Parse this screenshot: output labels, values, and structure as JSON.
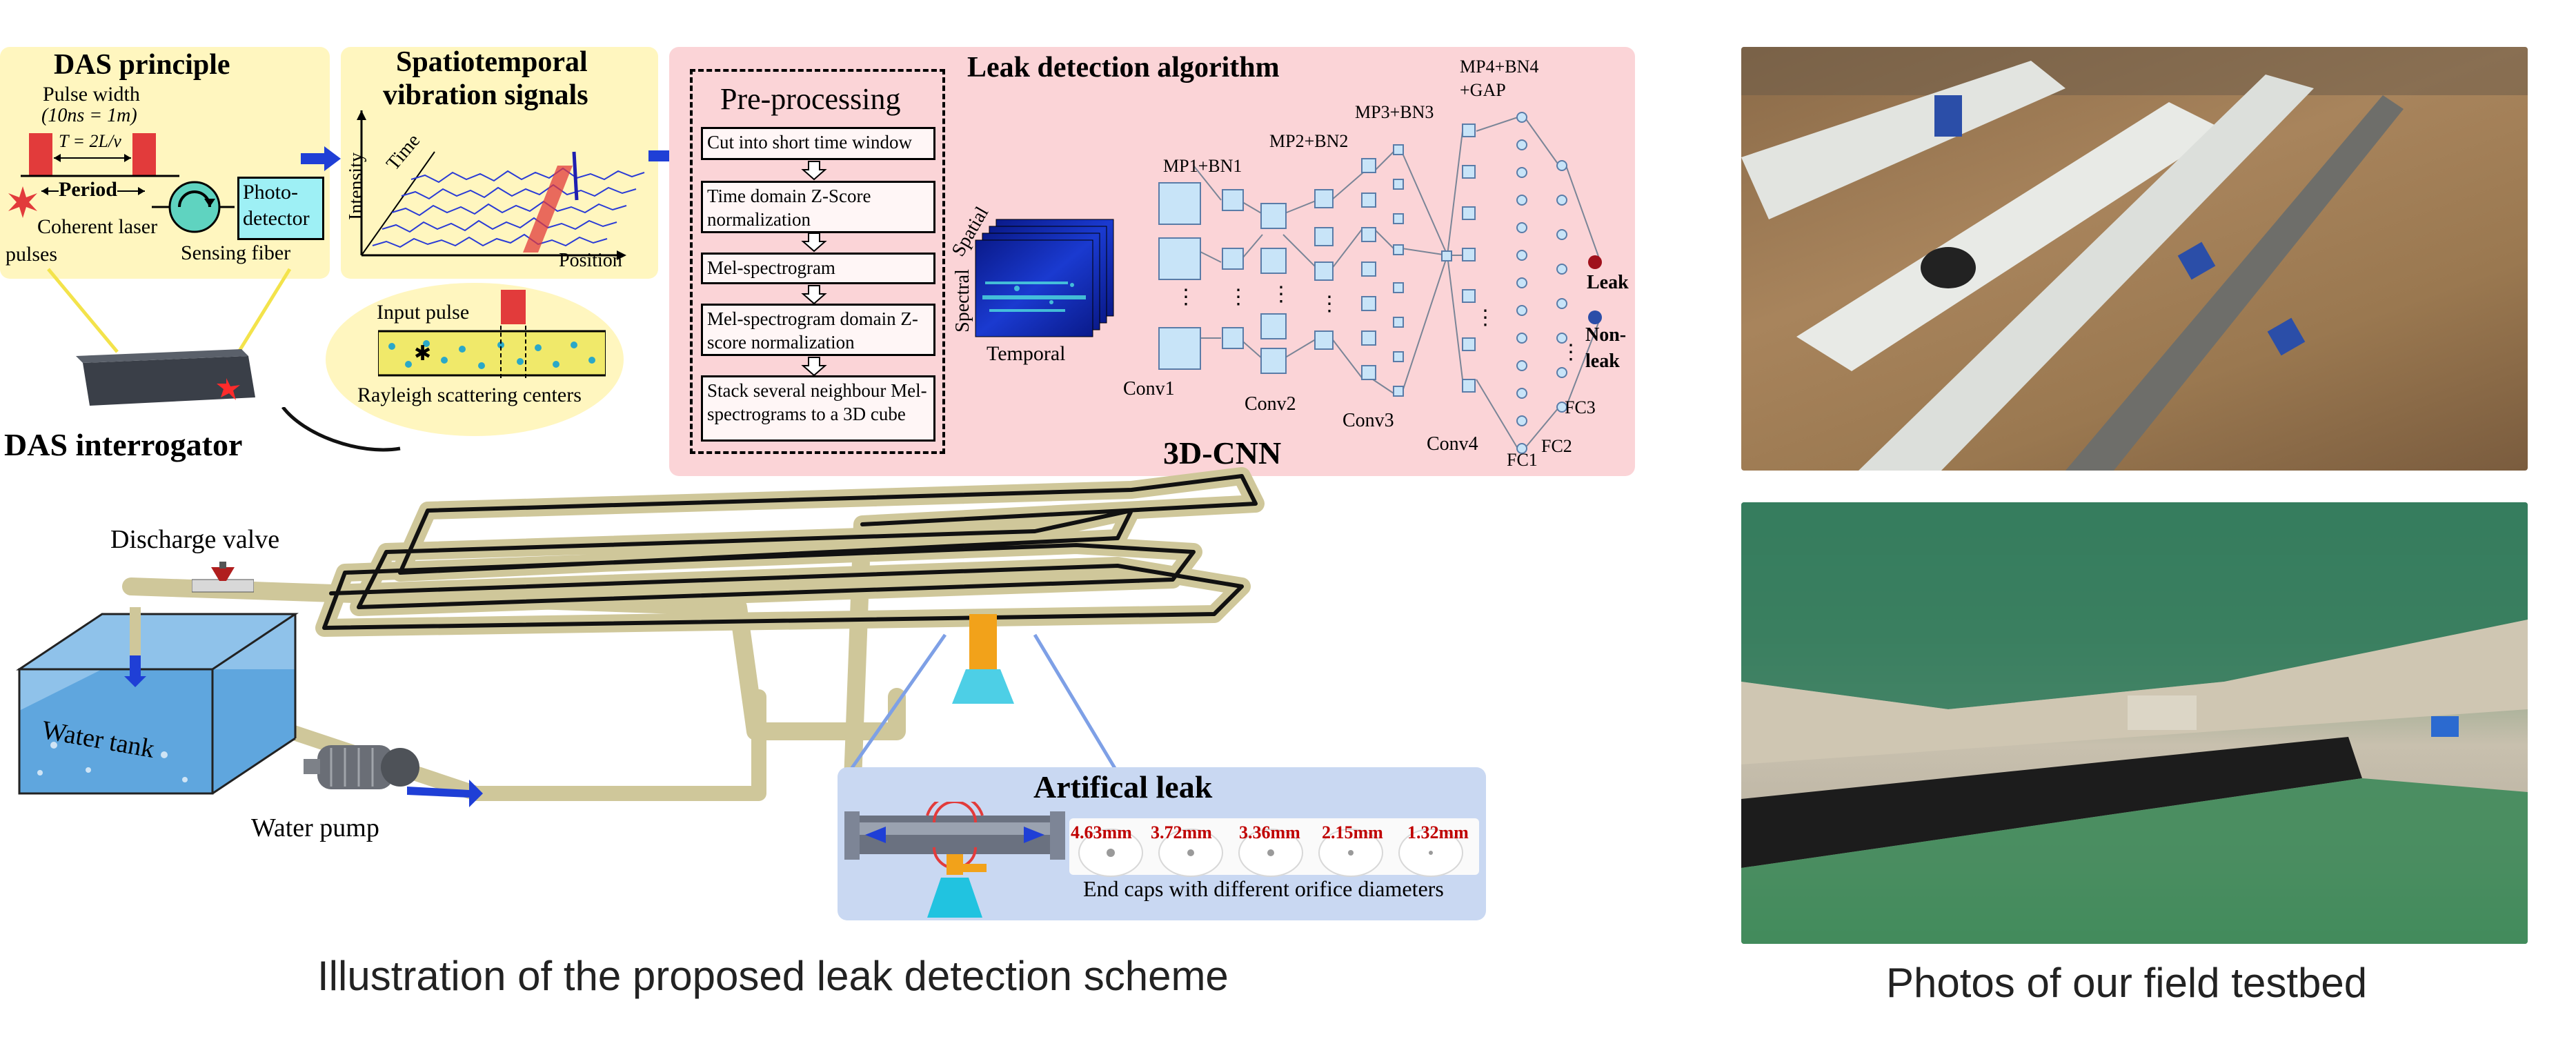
{
  "das_principle": {
    "title": "DAS principle",
    "pulse_width": "Pulse width",
    "pulse_width_eq": "(10ns = 1m)",
    "period_eq": "T = 2L/v",
    "period": "Period",
    "coherent_laser": "Coherent laser",
    "pulses": "pulses",
    "photo_detector_1": "Photo-",
    "photo_detector_2": "detector",
    "sensing_fiber": "Sensing fiber"
  },
  "spatiotemporal": {
    "title_1": "Spatiotemporal",
    "title_2": "vibration signals",
    "intensity": "Intensity",
    "time": "Time",
    "position": "Position"
  },
  "rayleigh": {
    "input_pulse": "Input pulse",
    "scattering": "Rayleigh scattering centers"
  },
  "interrogator": {
    "label": "DAS interrogator"
  },
  "algorithm": {
    "title": "Leak detection algorithm",
    "preprocessing_title": "Pre-processing",
    "steps": [
      "Cut into short time window",
      "Time domain Z-Score normalization",
      "Mel-spectrogram",
      "Mel-spectrogram domain Z-score normalization",
      "Stack several neighbour Mel-spectrograms to a 3D cube"
    ],
    "spectral": "Spectral",
    "spatial": "Spatial",
    "temporal": "Temporal",
    "conv1": "Conv1",
    "conv2": "Conv2",
    "conv3": "Conv3",
    "conv4": "Conv4",
    "mp1": "MP1+BN1",
    "mp2": "MP2+BN2",
    "mp3": "MP3+BN3",
    "mp4_1": "MP4+BN4",
    "mp4_2": "+GAP",
    "fc1": "FC1",
    "fc2": "FC2",
    "fc3": "FC3",
    "leak": "Leak",
    "nonleak_1": "Non-",
    "nonleak_2": "leak",
    "cnn": "3D-CNN",
    "dots": "⋮"
  },
  "testbed": {
    "discharge_valve": "Discharge valve",
    "water_tank": "Water tank",
    "water_pump": "Water pump"
  },
  "artificial_leak": {
    "title": "Artifical leak",
    "diameters": [
      "4.63mm",
      "3.72mm",
      "3.36mm",
      "2.15mm",
      "1.32mm"
    ],
    "caption": "End caps with different orifice diameters"
  },
  "captions": {
    "left": "Illustration of the proposed leak detection scheme",
    "right": "Photos of our field testbed"
  },
  "colors": {
    "yellow_panel": "#fff6bf",
    "pink_panel": "#fbd4d7",
    "blue_panel": "#c9d8f2",
    "pipe": "#cfc79a",
    "fiber": "#111111",
    "water": "#5fa6de",
    "accent_red": "#c00000",
    "arrow_blue": "#1f3fd6"
  }
}
